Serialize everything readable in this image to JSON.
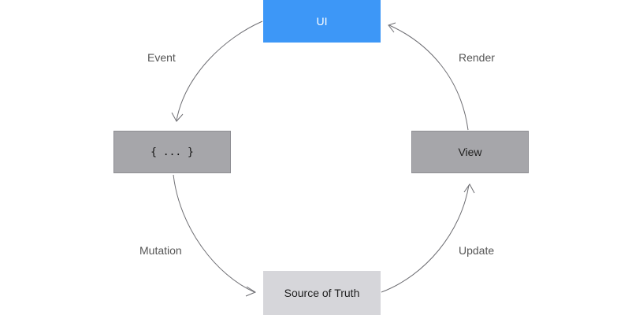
{
  "nodes": {
    "ui": {
      "label": "UI",
      "color": "#3d97f7"
    },
    "code": {
      "label": "{ ... }",
      "color": "#a6a6aa"
    },
    "view": {
      "label": "View",
      "color": "#a6a6aa"
    },
    "source": {
      "label": "Source of Truth",
      "color": "#d6d6da"
    }
  },
  "edges": {
    "event": "Event",
    "mutation": "Mutation",
    "update": "Update",
    "render": "Render"
  },
  "colors": {
    "arrow": "#6e6e73"
  }
}
